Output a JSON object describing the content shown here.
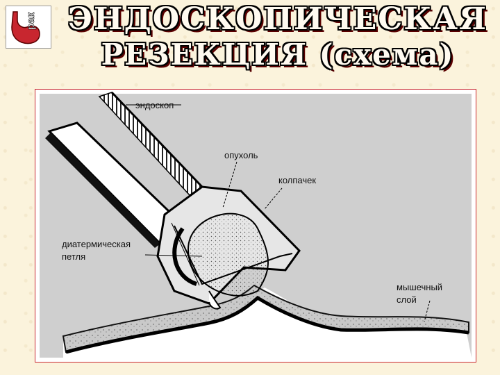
{
  "title": {
    "line1": "ЭНДОСКОПИЧЕСКАЯ",
    "line2": "РЕЗЕКЦИЯ (схема)"
  },
  "logo": {
    "text": "рак",
    "icon": "stomach-icon",
    "color": "#c8262f"
  },
  "labels": {
    "endoscope": "эндоскоп",
    "tumor": "опухоль",
    "cap": "колпачек",
    "loop_line1": "диатермическая",
    "loop_line2": "петля",
    "muscle_line1": "мышечный",
    "muscle_line2": "слой"
  },
  "colors": {
    "frame_border": "#c8262f",
    "title_fill": "#fffaf0"
  }
}
